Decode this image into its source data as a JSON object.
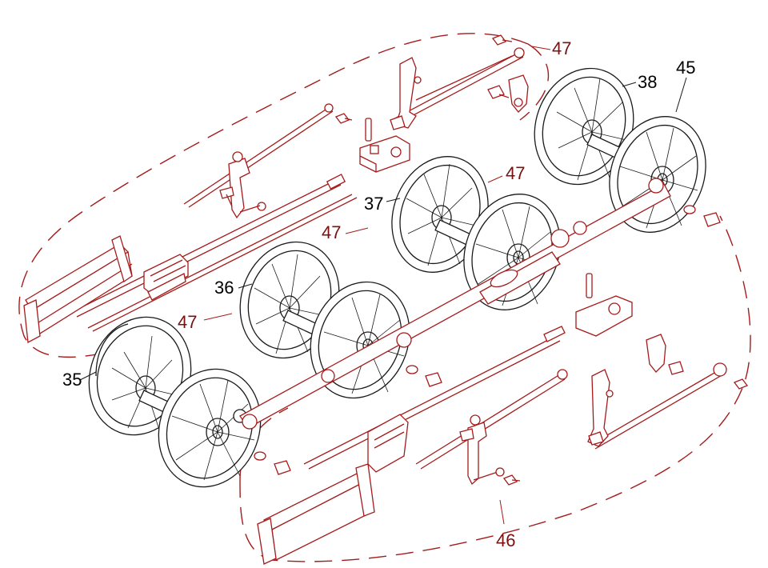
{
  "callouts": {
    "c35": "35",
    "c36": "36",
    "c37": "37",
    "c38": "38",
    "c45": "45",
    "c46": "46",
    "c47_top": "47",
    "c47_mid": "47",
    "c47_left": "47",
    "c47_lower": "47"
  },
  "colors": {
    "wheel_ink": "#1a1a1a",
    "valve_gear_ink": "#a51b1b",
    "callout_red": "#7a1010"
  }
}
